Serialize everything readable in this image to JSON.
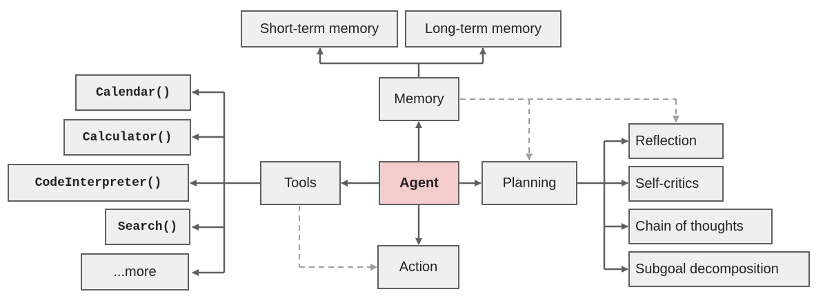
{
  "nodes": {
    "short_term_memory": "Short-term memory",
    "long_term_memory": "Long-term memory",
    "memory": "Memory",
    "agent": "Agent",
    "tools": "Tools",
    "planning": "Planning",
    "action": "Action",
    "calendar": "Calendar()",
    "calculator": "Calculator()",
    "code_interpreter": "CodeInterpreter()",
    "search": "Search()",
    "more": "...more",
    "reflection": "Reflection",
    "self_critics": "Self-critics",
    "chain_of_thoughts": "Chain of thoughts",
    "subgoal_decomposition": "Subgoal decomposition"
  },
  "colors": {
    "box_fill": "#efefef",
    "box_border": "#5f5f5f",
    "agent_fill": "#f4cccc",
    "dashed_arrow": "#9e9e9e"
  }
}
